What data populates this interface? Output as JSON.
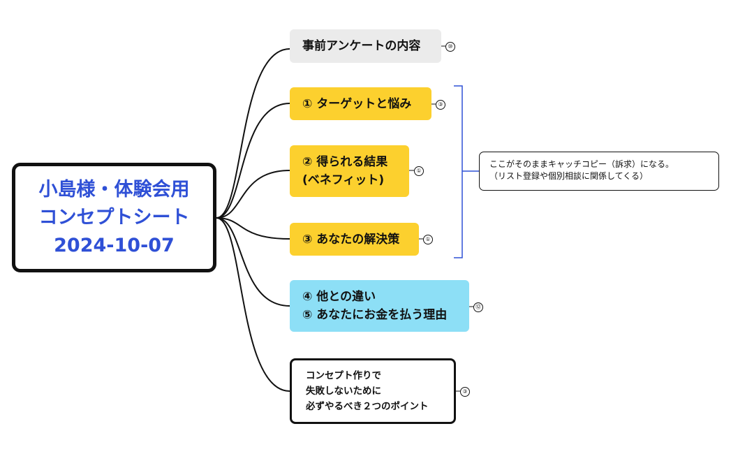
{
  "central_topic": {
    "lines": [
      "小島様・体験会用",
      "コンセプトシート",
      "2024-10-07"
    ]
  },
  "branches": [
    {
      "lines": [
        "事前アンケートの内容"
      ],
      "badge": "⑩",
      "color": "#ebebeb"
    },
    {
      "lines": [
        "① ターゲットと悩み"
      ],
      "badge": "③",
      "color": "#fcd02e"
    },
    {
      "lines": [
        "② 得られる結果",
        "(ベネフィット)"
      ],
      "badge": "①",
      "color": "#fcd02e"
    },
    {
      "lines": [
        "③ あなたの解決策"
      ],
      "badge": "①",
      "color": "#fcd02e"
    },
    {
      "lines": [
        "④ 他との違い",
        "⑤ あなたにお金を払う理由"
      ],
      "badge": "⑫",
      "color": "#8ddff6"
    },
    {
      "lines": [
        "コンセプト作りで",
        "失敗しないために",
        "必ずやるべき２つのポイント"
      ],
      "badge": "③",
      "color": "#ffffff"
    }
  ],
  "summary_note": {
    "lines": [
      "ここがそのままキャッチコピー（訴求）になる。",
      "（リスト登録や個別相談に関係してくる）"
    ]
  },
  "colors": {
    "central_text": "#2f50d6",
    "bracket": "#2f50d6",
    "connector": "#111111"
  }
}
